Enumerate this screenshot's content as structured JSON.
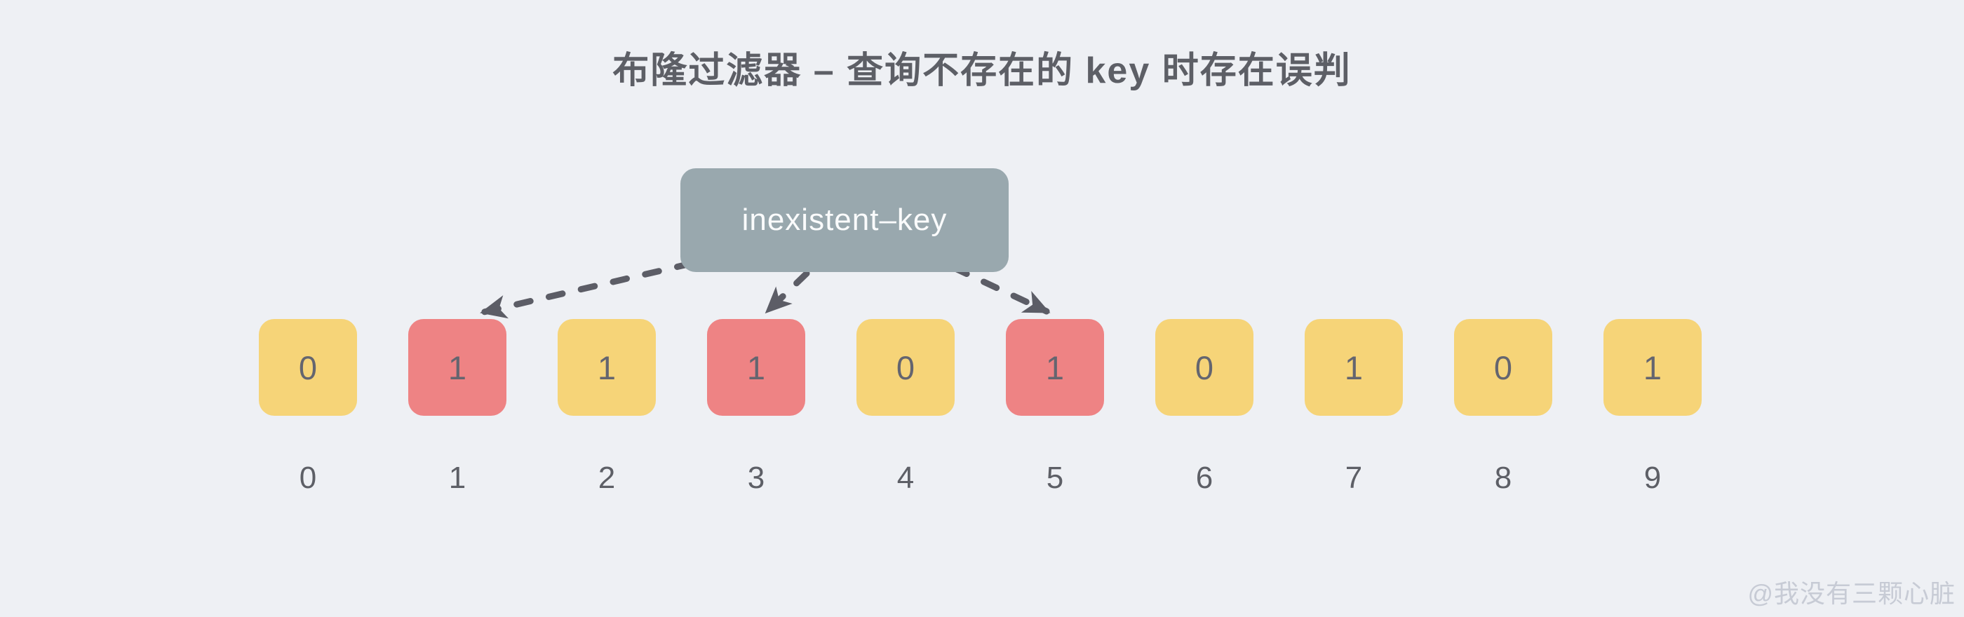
{
  "title": "布隆过滤器 – 查询不存在的 key 时存在误判",
  "key_box": {
    "label": "inexistent–key"
  },
  "bitmap": {
    "cells": [
      {
        "index": "0",
        "value": "0",
        "highlighted": false
      },
      {
        "index": "1",
        "value": "1",
        "highlighted": true
      },
      {
        "index": "2",
        "value": "1",
        "highlighted": false
      },
      {
        "index": "3",
        "value": "1",
        "highlighted": true
      },
      {
        "index": "4",
        "value": "0",
        "highlighted": false
      },
      {
        "index": "5",
        "value": "1",
        "highlighted": true
      },
      {
        "index": "6",
        "value": "0",
        "highlighted": false
      },
      {
        "index": "7",
        "value": "1",
        "highlighted": false
      },
      {
        "index": "8",
        "value": "0",
        "highlighted": false
      },
      {
        "index": "9",
        "value": "1",
        "highlighted": false
      }
    ]
  },
  "arrows": {
    "from": "inexistent–key",
    "to_indices": [
      1,
      3,
      5
    ]
  },
  "watermark": "@我没有三颗心脏",
  "colors": {
    "bg": "#eef0f4",
    "title_text": "#5d5f66",
    "key_box": "#99a8ae",
    "key_box_text": "#fafbfc",
    "cell_yellow": "#f6d478",
    "cell_red": "#ee8384",
    "cell_value_text": "#64656f",
    "arrow": "#5c5d66",
    "watermark_text": "#c7cbd5"
  }
}
